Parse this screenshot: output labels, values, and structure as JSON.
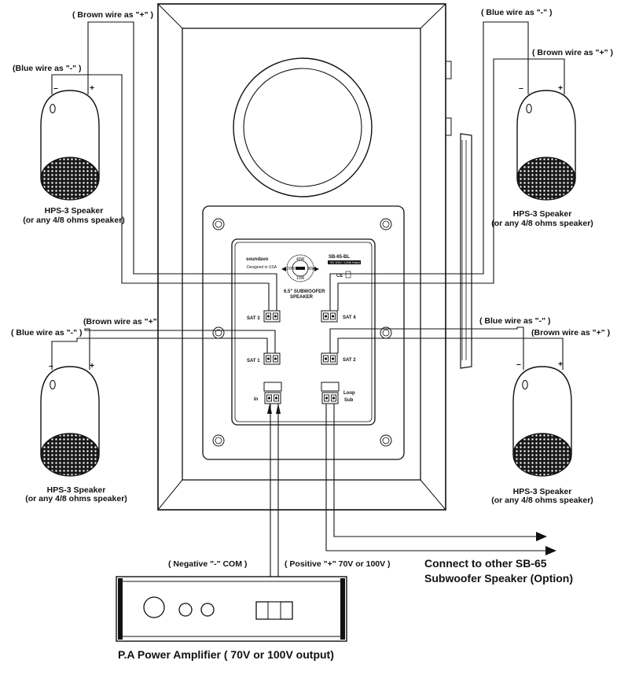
{
  "wire_labels": {
    "tl_brown": "( Brown wire as \"+\" )",
    "tl_blue": "(Blue wire as \"-\" )",
    "tr_blue": "( Blue wire as \"-\" )",
    "tr_brown": "( Brown wire as \"+\" )",
    "bl_blue": "( Blue wire as \"-\" )",
    "bl_brown": "(Brown wire as \"+\"",
    "br_blue": "( Blue wire as \"-\" )",
    "br_brown": "(Brown wire as \"+\" )"
  },
  "polarity": {
    "minus": "–",
    "plus": "+"
  },
  "speaker": {
    "name": "HPS-3 Speaker",
    "note": "(or any 4/8 ohms speaker)"
  },
  "panel": {
    "brand": "soundavo",
    "model": "SB-65-BL",
    "spec_line": "70V 100V / 120W Rated",
    "designed": "Designed in USA",
    "subwoofer_line1": "6.5\" SUBWOOFER",
    "subwoofer_line2": "SPEAKER",
    "dial_values": [
      "40W",
      "20W",
      "10W",
      "80W"
    ],
    "ce_mark": "CE",
    "terminals": {
      "sat3": "SAT 3",
      "sat4": "SAT 4",
      "sat1": "SAT 1",
      "sat2": "SAT 2",
      "input": "In",
      "loop_1": "Loop",
      "loop_2": "Sub"
    }
  },
  "amp_labels": {
    "negative": "( Negative \"-\" COM )",
    "positive": "( Positive \"+\" 70V or 100V )"
  },
  "connect_note": {
    "line1": "Connect to other SB-65",
    "line2": "Subwoofer Speaker (Option)"
  },
  "amplifier_title": "P.A Power Amplifier ( 70V or 100V output)"
}
